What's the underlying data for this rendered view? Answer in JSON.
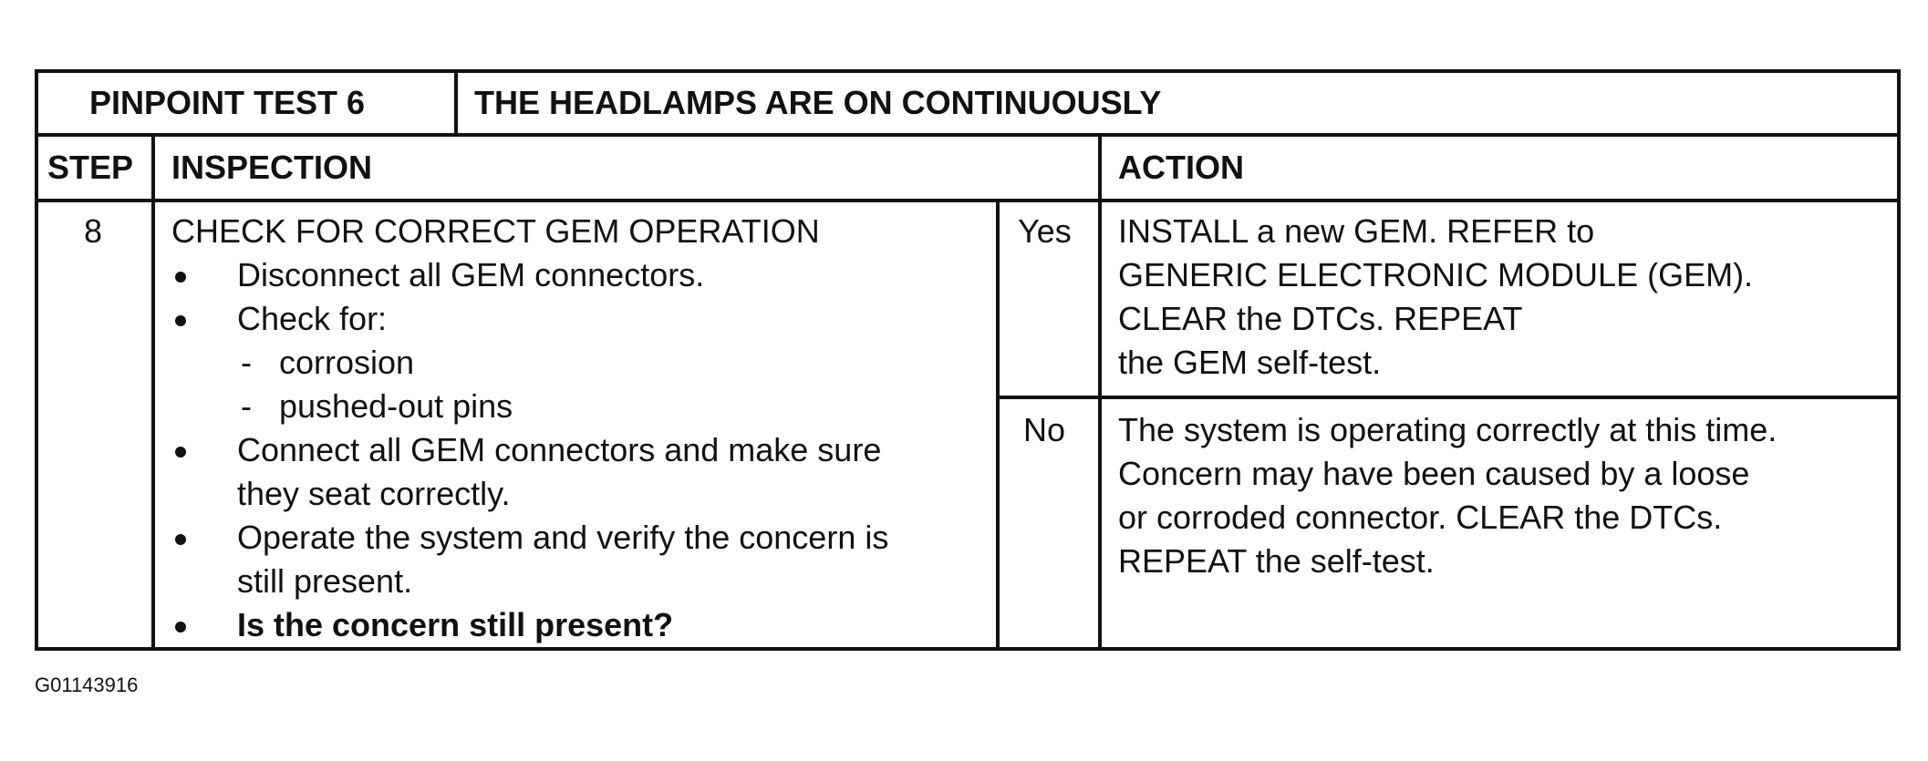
{
  "header": {
    "test_label": "PINPOINT TEST 6",
    "test_title": "THE HEADLAMPS ARE ON CONTINUOUSLY"
  },
  "columns": {
    "step": "STEP",
    "inspection": "INSPECTION",
    "action": "ACTION"
  },
  "row": {
    "step": "8",
    "inspection_title": "CHECK FOR CORRECT GEM OPERATION",
    "bullets": {
      "b1": "Disconnect all GEM connectors.",
      "b2": "Check for:",
      "sub1": "corrosion",
      "sub2": "pushed-out pins",
      "b3_line1": "Connect all GEM connectors and make sure",
      "b3_line2": "they seat correctly.",
      "b4_line1": "Operate the system and verify the concern is",
      "b4_line2": "still present.",
      "b5": "Is the concern still present?"
    },
    "yes": {
      "label": "Yes",
      "line1": "INSTALL a new GEM. REFER to",
      "line2": "GENERIC ELECTRONIC MODULE (GEM).",
      "line3": "CLEAR the DTCs.  REPEAT",
      "line4": "the GEM self-test."
    },
    "no": {
      "label": "No",
      "line1": "The system is operating correctly at this time.",
      "line2": "Concern may have been caused by a loose",
      "line3": "or corroded connector.  CLEAR the DTCs.",
      "line4": "REPEAT the self-test."
    }
  },
  "caption": "G01143916"
}
